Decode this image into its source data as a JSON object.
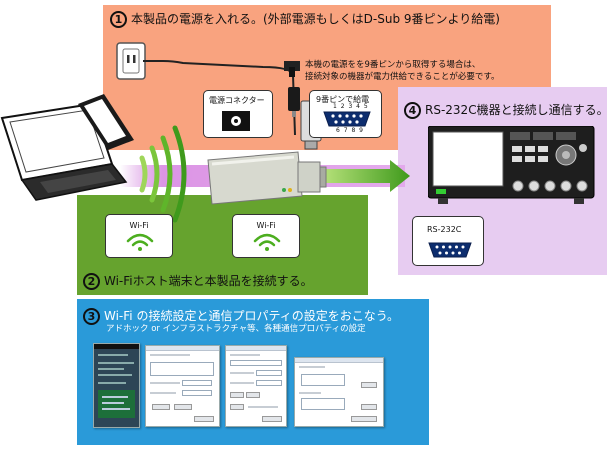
{
  "step1": {
    "number": "1",
    "title": "本製品の電源を入れる。(外部電源もしくはD-Sub 9番ピンより給電)",
    "note_line1": "本機の電源をを9番ピンから取得する場合は、",
    "note_line2": "接続対象の機器が電力供給できることが必要です。",
    "power_connector_label": "電源コネクター",
    "pin9_label": "9番ピンで給電",
    "dsub_top_pins": "1 2 3 4 5",
    "dsub_bottom_pins": "6 7 8 9"
  },
  "step2": {
    "number": "2",
    "title": "Wi-Fiホスト端末と本製品を接続する。",
    "wifi_label_1": "Wi-Fi",
    "wifi_label_2": "Wi-Fi"
  },
  "step3": {
    "number": "3",
    "title": "Wi-Fi の接続設定と通信プロパティの設定をおこなう。",
    "subtitle": "アドホック or インフラストラクチャ等、各種通信プロパティの設定"
  },
  "step4": {
    "number": "4",
    "title": "RS-232C機器と接続し通信する。",
    "rs232c_label": "RS-232C"
  },
  "colors": {
    "step1_bg": "#f9a37f",
    "step2_bg": "#66a32e",
    "step3_bg": "#2a9ad9",
    "step4_bg": "#e7ccf1",
    "wifi_green": "#4cae1f",
    "signal_path": "#c96fd6"
  }
}
